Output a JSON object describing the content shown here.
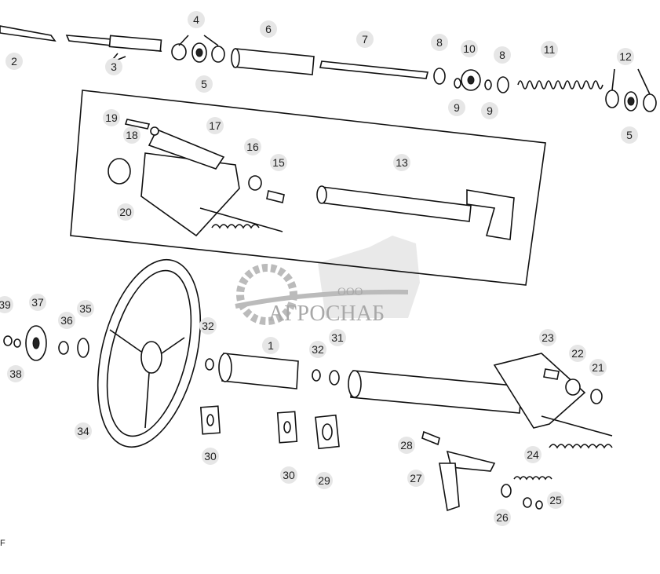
{
  "diagram": {
    "callouts": [
      "2",
      "3",
      "4",
      "5",
      "6",
      "7",
      "8",
      "10",
      "8",
      "11",
      "12",
      "9",
      "9",
      "5",
      "19",
      "18",
      "17",
      "16",
      "15",
      "13",
      "20",
      "39",
      "37",
      "36",
      "35",
      "38",
      "32",
      "32",
      "31",
      "1",
      "23",
      "22",
      "21",
      "34",
      "30",
      "30",
      "29",
      "28",
      "24",
      "27",
      "26",
      "25"
    ],
    "stray_mark": "F"
  },
  "watermark": {
    "prefix": "ООО",
    "name": "АГРОСНАБ"
  }
}
